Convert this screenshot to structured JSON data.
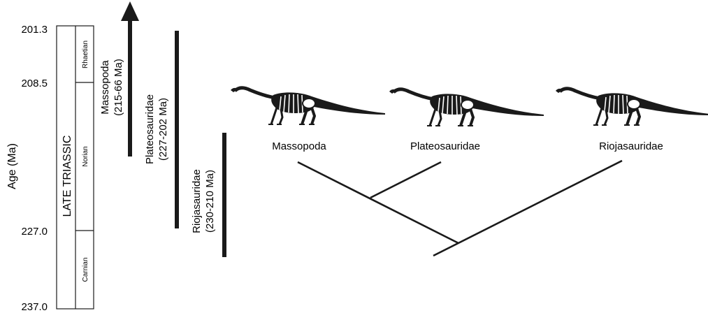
{
  "axis": {
    "label": "Age (Ma)",
    "ticks": [
      "201.3",
      "208.5",
      "227.0",
      "237.0"
    ]
  },
  "timescale": {
    "epoch": "LATE TRIASSIC",
    "stages": [
      "Rhaetian",
      "Norian",
      "Carnian"
    ]
  },
  "ranges": [
    {
      "name": "Massopoda",
      "interval": "(215-66 Ma)",
      "continues_beyond": true
    },
    {
      "name": "Plateosauridae",
      "interval": "(227-202 Ma)",
      "continues_beyond": false
    },
    {
      "name": "Riojasauridae",
      "interval": "(230-210 Ma)",
      "continues_beyond": false
    }
  ],
  "tree": {
    "taxa": [
      "Massopoda",
      "Plateosauridae",
      "Riojasauridae"
    ],
    "silhouette_icon": "sauropodomorph-skeleton-icon"
  },
  "colors": {
    "ink": "#1a1a1a",
    "bone": "#ffffff"
  }
}
